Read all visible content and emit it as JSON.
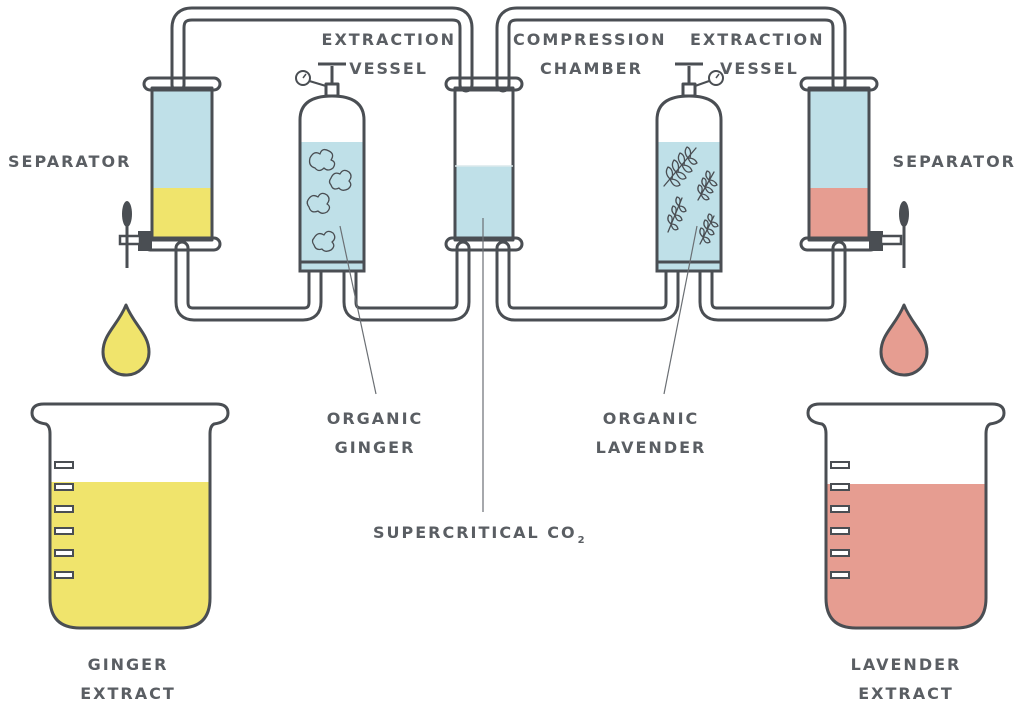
{
  "labels": {
    "extraction_left": [
      "EXTRACTION",
      "VESSEL"
    ],
    "compression": [
      "COMPRESSION",
      "CHAMBER"
    ],
    "extraction_right": [
      "EXTRACTION",
      "VESSEL"
    ],
    "separator_left": "SEPARATOR",
    "separator_right": "SEPARATOR",
    "organic_ginger": [
      "ORGANIC",
      "GINGER"
    ],
    "organic_lavender": [
      "ORGANIC",
      "LAVENDER"
    ],
    "supercritical": "SUPERCRITICAL CO",
    "supercritical_sub": "2",
    "ginger_extract": [
      "GINGER",
      "EXTRACT"
    ],
    "lavender_extract": [
      "LAVENDER",
      "EXTRACT"
    ]
  },
  "colors": {
    "co2": "#bfe0e8",
    "ginger": "#f0e46c",
    "lavender": "#e69d91",
    "outline": "#4a4e53",
    "text": "#5a5e63"
  },
  "icons": [
    "gauge-icon",
    "valve-icon",
    "tap-icon",
    "drop-icon",
    "ginger-root-icon",
    "lavender-sprig-icon",
    "beaker-icon"
  ]
}
